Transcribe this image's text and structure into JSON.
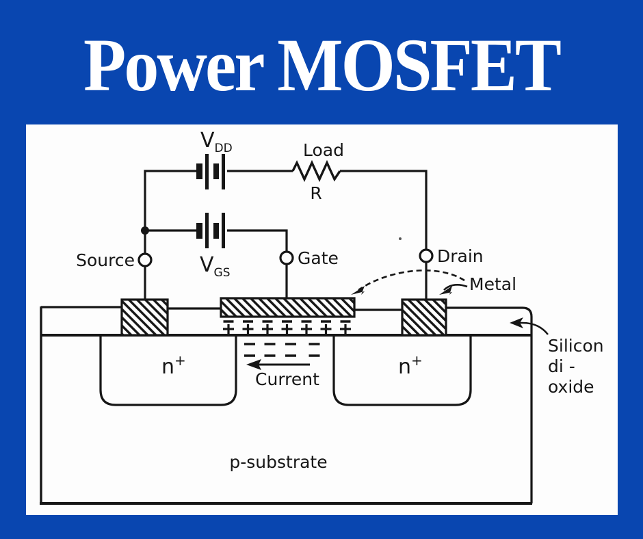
{
  "title": "Power MOSFET",
  "colors": {
    "background_blue": "#0946b0",
    "panel_white": "#fdfdfd",
    "ink_black": "#161616"
  },
  "circuit": {
    "vdd": {
      "symbol": "V",
      "subscript": "DD"
    },
    "vgs": {
      "symbol": "V",
      "subscript": "GS"
    },
    "load": "Load",
    "resistor": "R",
    "source": "Source",
    "gate": "Gate",
    "drain": "Drain"
  },
  "cross_section": {
    "metal": "Metal",
    "oxide_line1": "Silicon",
    "oxide_line2": "di -",
    "oxide_line3": "oxide",
    "current": "Current",
    "n_plus": {
      "symbol": "n",
      "superscript": "+"
    },
    "substrate": "p-substrate"
  }
}
